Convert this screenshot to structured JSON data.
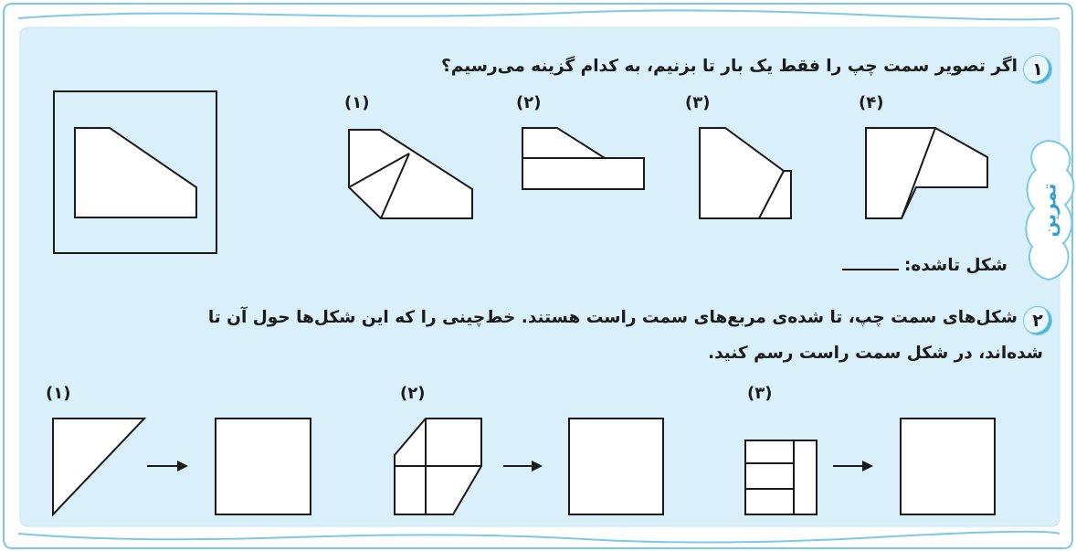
{
  "question1": {
    "number": "۱",
    "title": "اگر تصویر سمت چپ را فقط یک بار تا بزنیم، به کدام گزینه می‌رسیم؟",
    "options": [
      "(۱)",
      "(۲)",
      "(۳)",
      "(۴)"
    ],
    "answer_label": "شکل تاشده:"
  },
  "question2": {
    "number": "۲",
    "line1": "شکل‌های سمت چپ، تا شده‌ی مربع‌های سمت راست هستند. خط‌چینی را که این شکل‌ها حول آن تا",
    "line2": "شده‌اند، در شکل سمت راست رسم کنید.",
    "items": [
      "(۱)",
      "(۲)",
      "(۳)"
    ]
  },
  "side_badge": "تمرین",
  "colors": {
    "panel": "#d9f0fb",
    "border": "#7cc8e8",
    "ink": "#1a1a1a",
    "accent": "#2e9fd1"
  }
}
